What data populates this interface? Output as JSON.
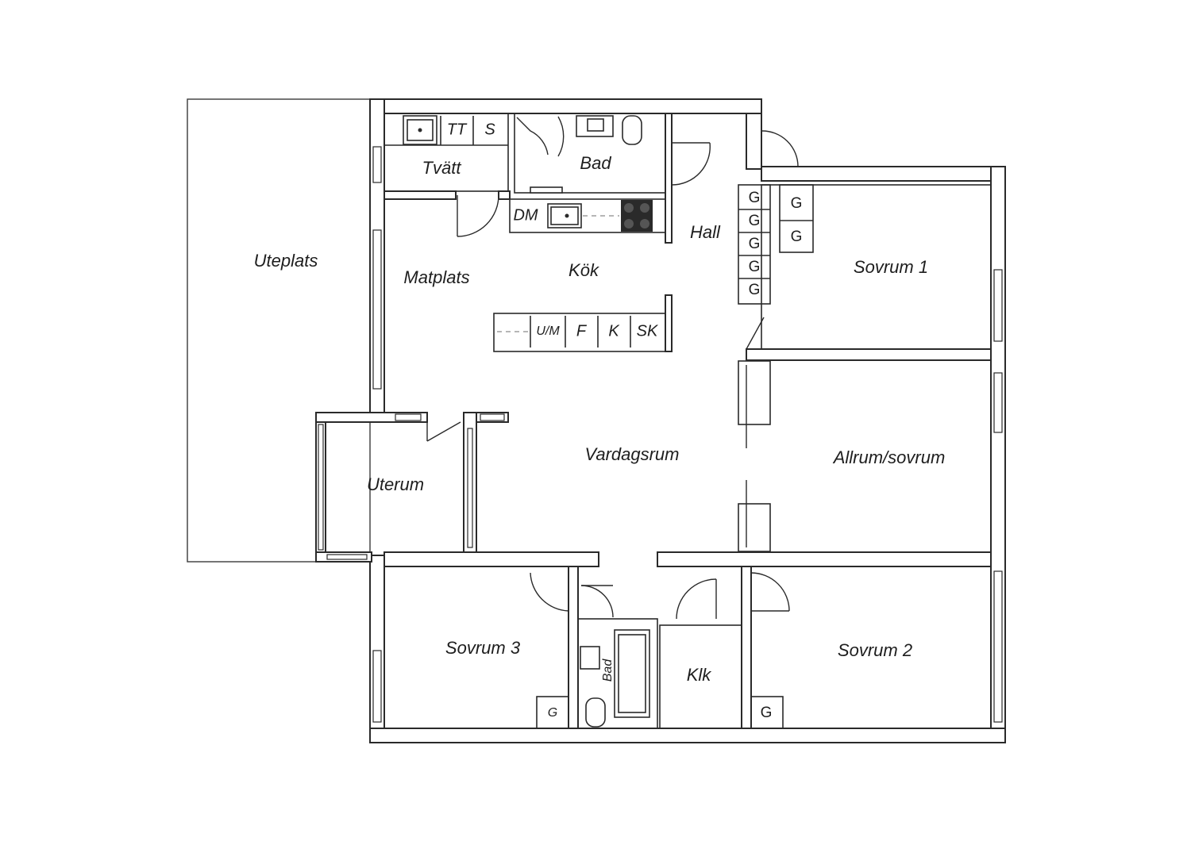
{
  "rooms": {
    "uteplats": "Uteplats",
    "tvatt": "Tvätt",
    "bad_top": "Bad",
    "hall": "Hall",
    "matplats": "Matplats",
    "kok": "Kök",
    "sovrum1": "Sovrum 1",
    "vardagsrum": "Vardagsrum",
    "allrum": "Allrum/sovrum",
    "uterum": "Uterum",
    "sovrum3": "Sovrum 3",
    "bad_bottom": "Bad",
    "klk": "Klk",
    "sovrum2": "Sovrum 2"
  },
  "fixtures": {
    "tt": "TT",
    "s": "S",
    "dm": "DM",
    "um": "U/M",
    "f": "F",
    "k": "K",
    "sk": "SK",
    "g": "G"
  }
}
